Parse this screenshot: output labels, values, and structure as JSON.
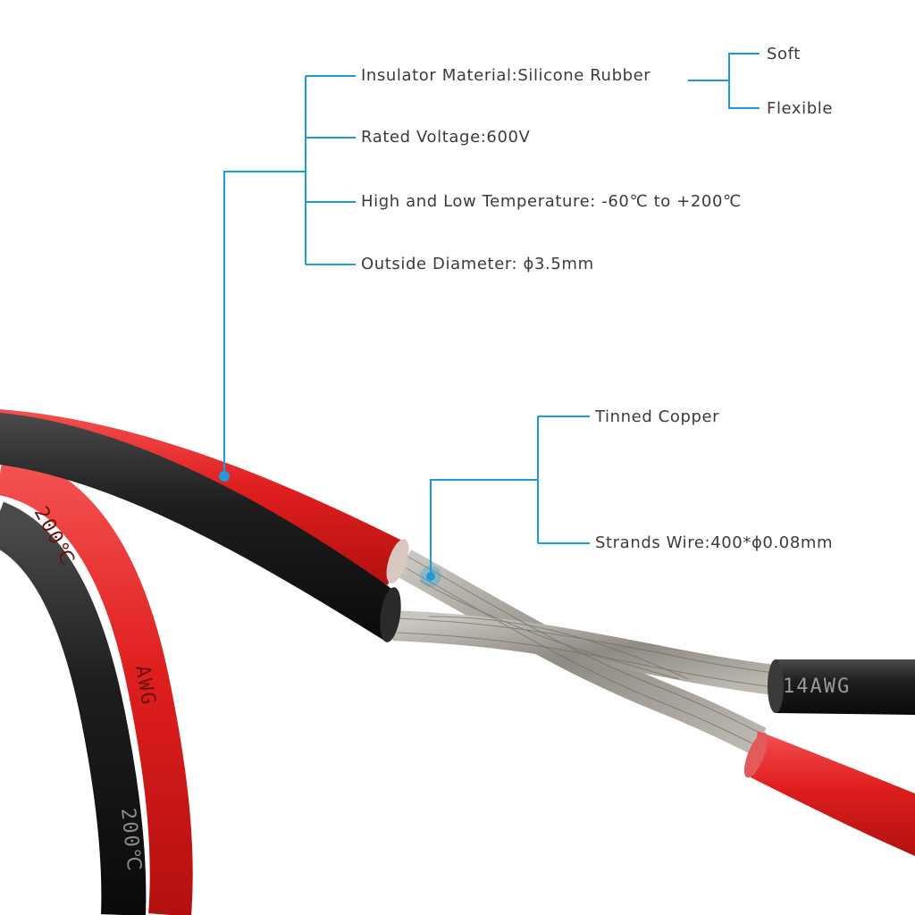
{
  "colors": {
    "callout_line": "#1e9bd7",
    "label_text": "#3b3b3b",
    "red_insulation": "#e01e1e",
    "black_insulation": "#1a1a1a",
    "tinned_copper": "#9c978f",
    "print_on_black": "#9a9a9a",
    "print_on_red": "#6a1010"
  },
  "insulation_callout": {
    "label_material": "Insulator Material:Silicone Rubber",
    "label_soft": "Soft",
    "label_flexible": "Flexible",
    "label_voltage": "Rated Voltage:600V",
    "label_temperature": "High and Low Temperature: -60℃ to +200℃",
    "label_diameter": "Outside Diameter: ϕ3.5mm"
  },
  "conductor_callout": {
    "label_tinned": "Tinned Copper",
    "label_strands": "Strands Wire:400*ϕ0.08mm"
  },
  "cable_prints": {
    "black_right": "14AWG",
    "red_loop_temp": "200℃",
    "red_loop_gauge": "AWG",
    "black_loop_temp": "200℃"
  }
}
